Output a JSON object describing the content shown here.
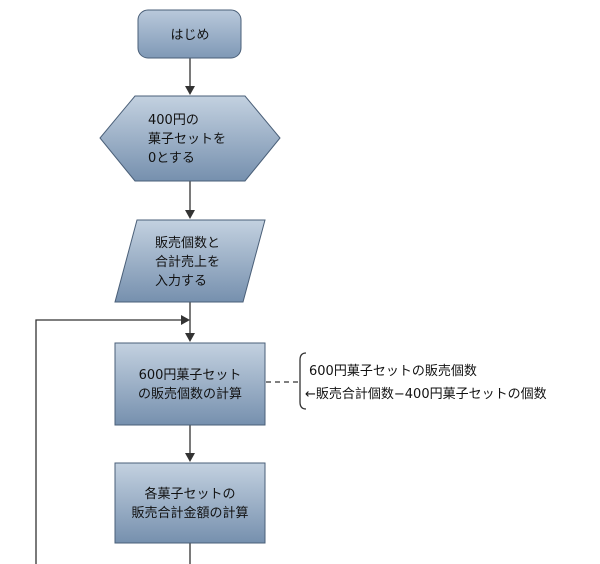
{
  "flowchart": {
    "start": "はじめ",
    "init": [
      "400円の",
      "菓子セットを",
      "0とする"
    ],
    "input": [
      "販売個数と",
      "合計売上を",
      "入力する"
    ],
    "calc600": [
      "600円菓子セット",
      "の販売個数の計算"
    ],
    "calcTotal": [
      "各菓子セットの",
      "販売合計金額の計算"
    ]
  },
  "annotation": {
    "line1": "600円菓子セットの販売個数",
    "line2": "←販売合計個数−400円菓子セットの個数"
  }
}
